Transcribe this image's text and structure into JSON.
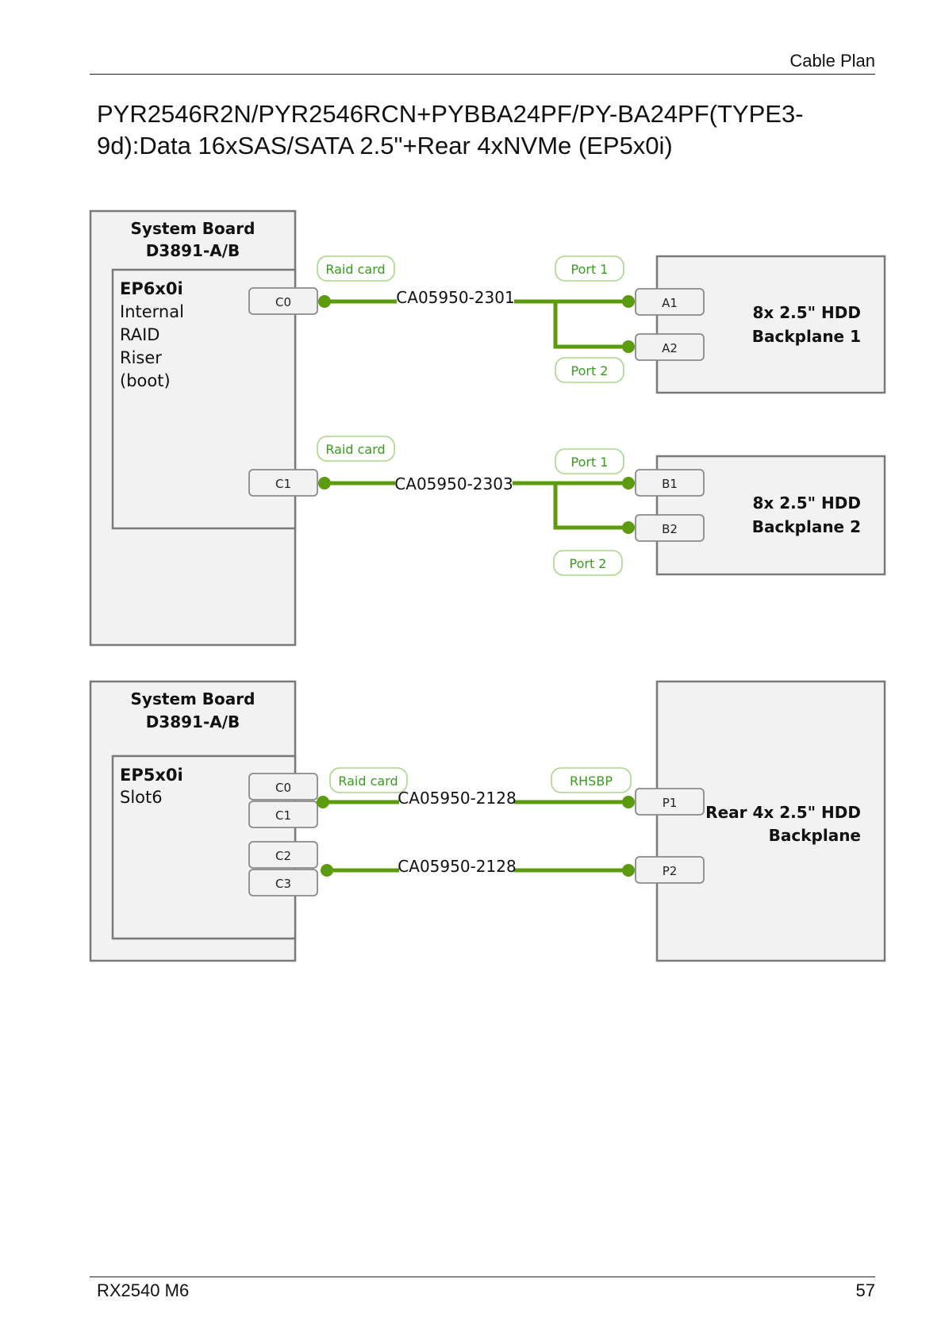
{
  "header": {
    "section": "Cable Plan"
  },
  "title": "PYR2546R2N/PYR2546RCN+PYBBA24PF/PY-BA24PF(TYPE3-9d):Data 16xSAS/SATA 2.5\"+Rear 4xNVMe (EP5x0i)",
  "footer": {
    "product": "RX2540 M6",
    "page": "57"
  },
  "colors": {
    "cable": "#5d9b0e",
    "box_fill": "#f2f2f2",
    "box_border": "#7a7a7a",
    "tag_text": "#3a9a1e",
    "tag_border": "#a9d68a"
  },
  "diagram1": {
    "system_board": {
      "line1": "System Board",
      "line2": "D3891-A/B"
    },
    "controller": {
      "name": "EP6x0i",
      "lines": [
        "Internal",
        "RAID",
        "Riser",
        "(boot)"
      ]
    },
    "ports": [
      "C0",
      "C1"
    ],
    "cables": [
      {
        "part": "CA05950-2301",
        "tag_left": "Raid card",
        "tag_port1": "Port 1",
        "tag_port2": "Port 2",
        "ends": [
          "A1",
          "A2"
        ]
      },
      {
        "part": "CA05950-2303",
        "tag_left": "Raid card",
        "tag_port1": "Port 1",
        "tag_port2": "Port 2",
        "ends": [
          "B1",
          "B2"
        ]
      }
    ],
    "backplanes": [
      {
        "line1": "8x 2.5\" HDD",
        "line2": "Backplane 1"
      },
      {
        "line1": "8x 2.5\" HDD",
        "line2": "Backplane 2"
      }
    ]
  },
  "diagram2": {
    "system_board": {
      "line1": "System Board",
      "line2": "D3891-A/B"
    },
    "controller": {
      "name": "EP5x0i",
      "lines": [
        "Slot6"
      ]
    },
    "ports": [
      "C0",
      "C1",
      "C2",
      "C3"
    ],
    "tags": {
      "left": "Raid card",
      "right": "RHSBP"
    },
    "cables": [
      {
        "part": "CA05950-2128",
        "end": "P1"
      },
      {
        "part": "CA05950-2128",
        "end": "P2"
      }
    ],
    "backplane": {
      "line1": "Rear 4x 2.5\" HDD",
      "line2": "Backplane"
    }
  }
}
